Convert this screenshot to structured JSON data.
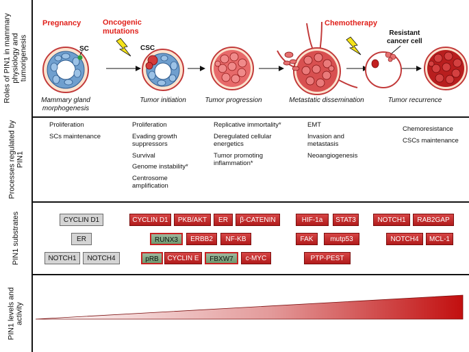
{
  "rows": {
    "roles_label": "Roles of PIN1 in mammary physiology and tumorigenesis",
    "processes_label": "Processes regulated by PIN1",
    "substrates_label": "PIN1 substrates",
    "levels_label": "PIN1 levels and activity"
  },
  "stages": {
    "pregnancy": "Pregnancy",
    "oncogenic": "Oncogenic mutations",
    "chemotherapy": "Chemotherapy",
    "sc": "SC",
    "csc": "CSC",
    "resistant": "Resistant cancer cell",
    "labels": [
      "Mammary gland morphogenesis",
      "Tumor initiation",
      "Tumor progression",
      "Metastatic dissemination",
      "Tumor recurrence"
    ]
  },
  "processes": [
    [
      "Proliferation",
      "SCs maintenance"
    ],
    [
      "Proliferation",
      "Evading growth suppressors",
      "Survival",
      "Genome instability*",
      "Centrosome amplification"
    ],
    [
      "Replicative immortality*",
      "Deregulated cellular energetics",
      "Tumor promoting inflammation*"
    ],
    [
      "EMT",
      "Invasion and metastasis",
      "Neoangiogenesis"
    ],
    [
      "Chemoresistance",
      "CSCs maintenance"
    ]
  ],
  "substrates": {
    "cyclin_d1_gray": "CYCLIN D1",
    "er_gray": "ER",
    "notch1_gray": "NOTCH1",
    "notch4_gray": "NOTCH4",
    "cyclin_d1": "CYCLIN D1",
    "pkb_akt": "PKB/AKT",
    "er": "ER",
    "beta_catenin": "β-CATENIN",
    "runx3": "RUNX3",
    "erbb2": "ERBB2",
    "nf_kb": "NF-KB",
    "prb": "pRB",
    "cyclin_e": "CYCLIN E",
    "fbxw7": "FBXW7",
    "c_myc": "c-MYC",
    "hif_1a": "HIF-1a",
    "stat3": "STAT3",
    "fak": "FAK",
    "mutp53": "mutp53",
    "ptp_pest": "PTP-PEST",
    "notch1": "NOTCH1",
    "rab2gap": "RAB2GAP",
    "notch4": "NOTCH4",
    "mcl_1": "MCL-1"
  },
  "colors": {
    "accent_red": "#e0211b",
    "box_red": "#b11b1b",
    "box_gray": "#d4d4d4",
    "box_green": "#7fa57f",
    "duct_blue": "#6f9fce",
    "tumor_red": "#d33a3a"
  }
}
